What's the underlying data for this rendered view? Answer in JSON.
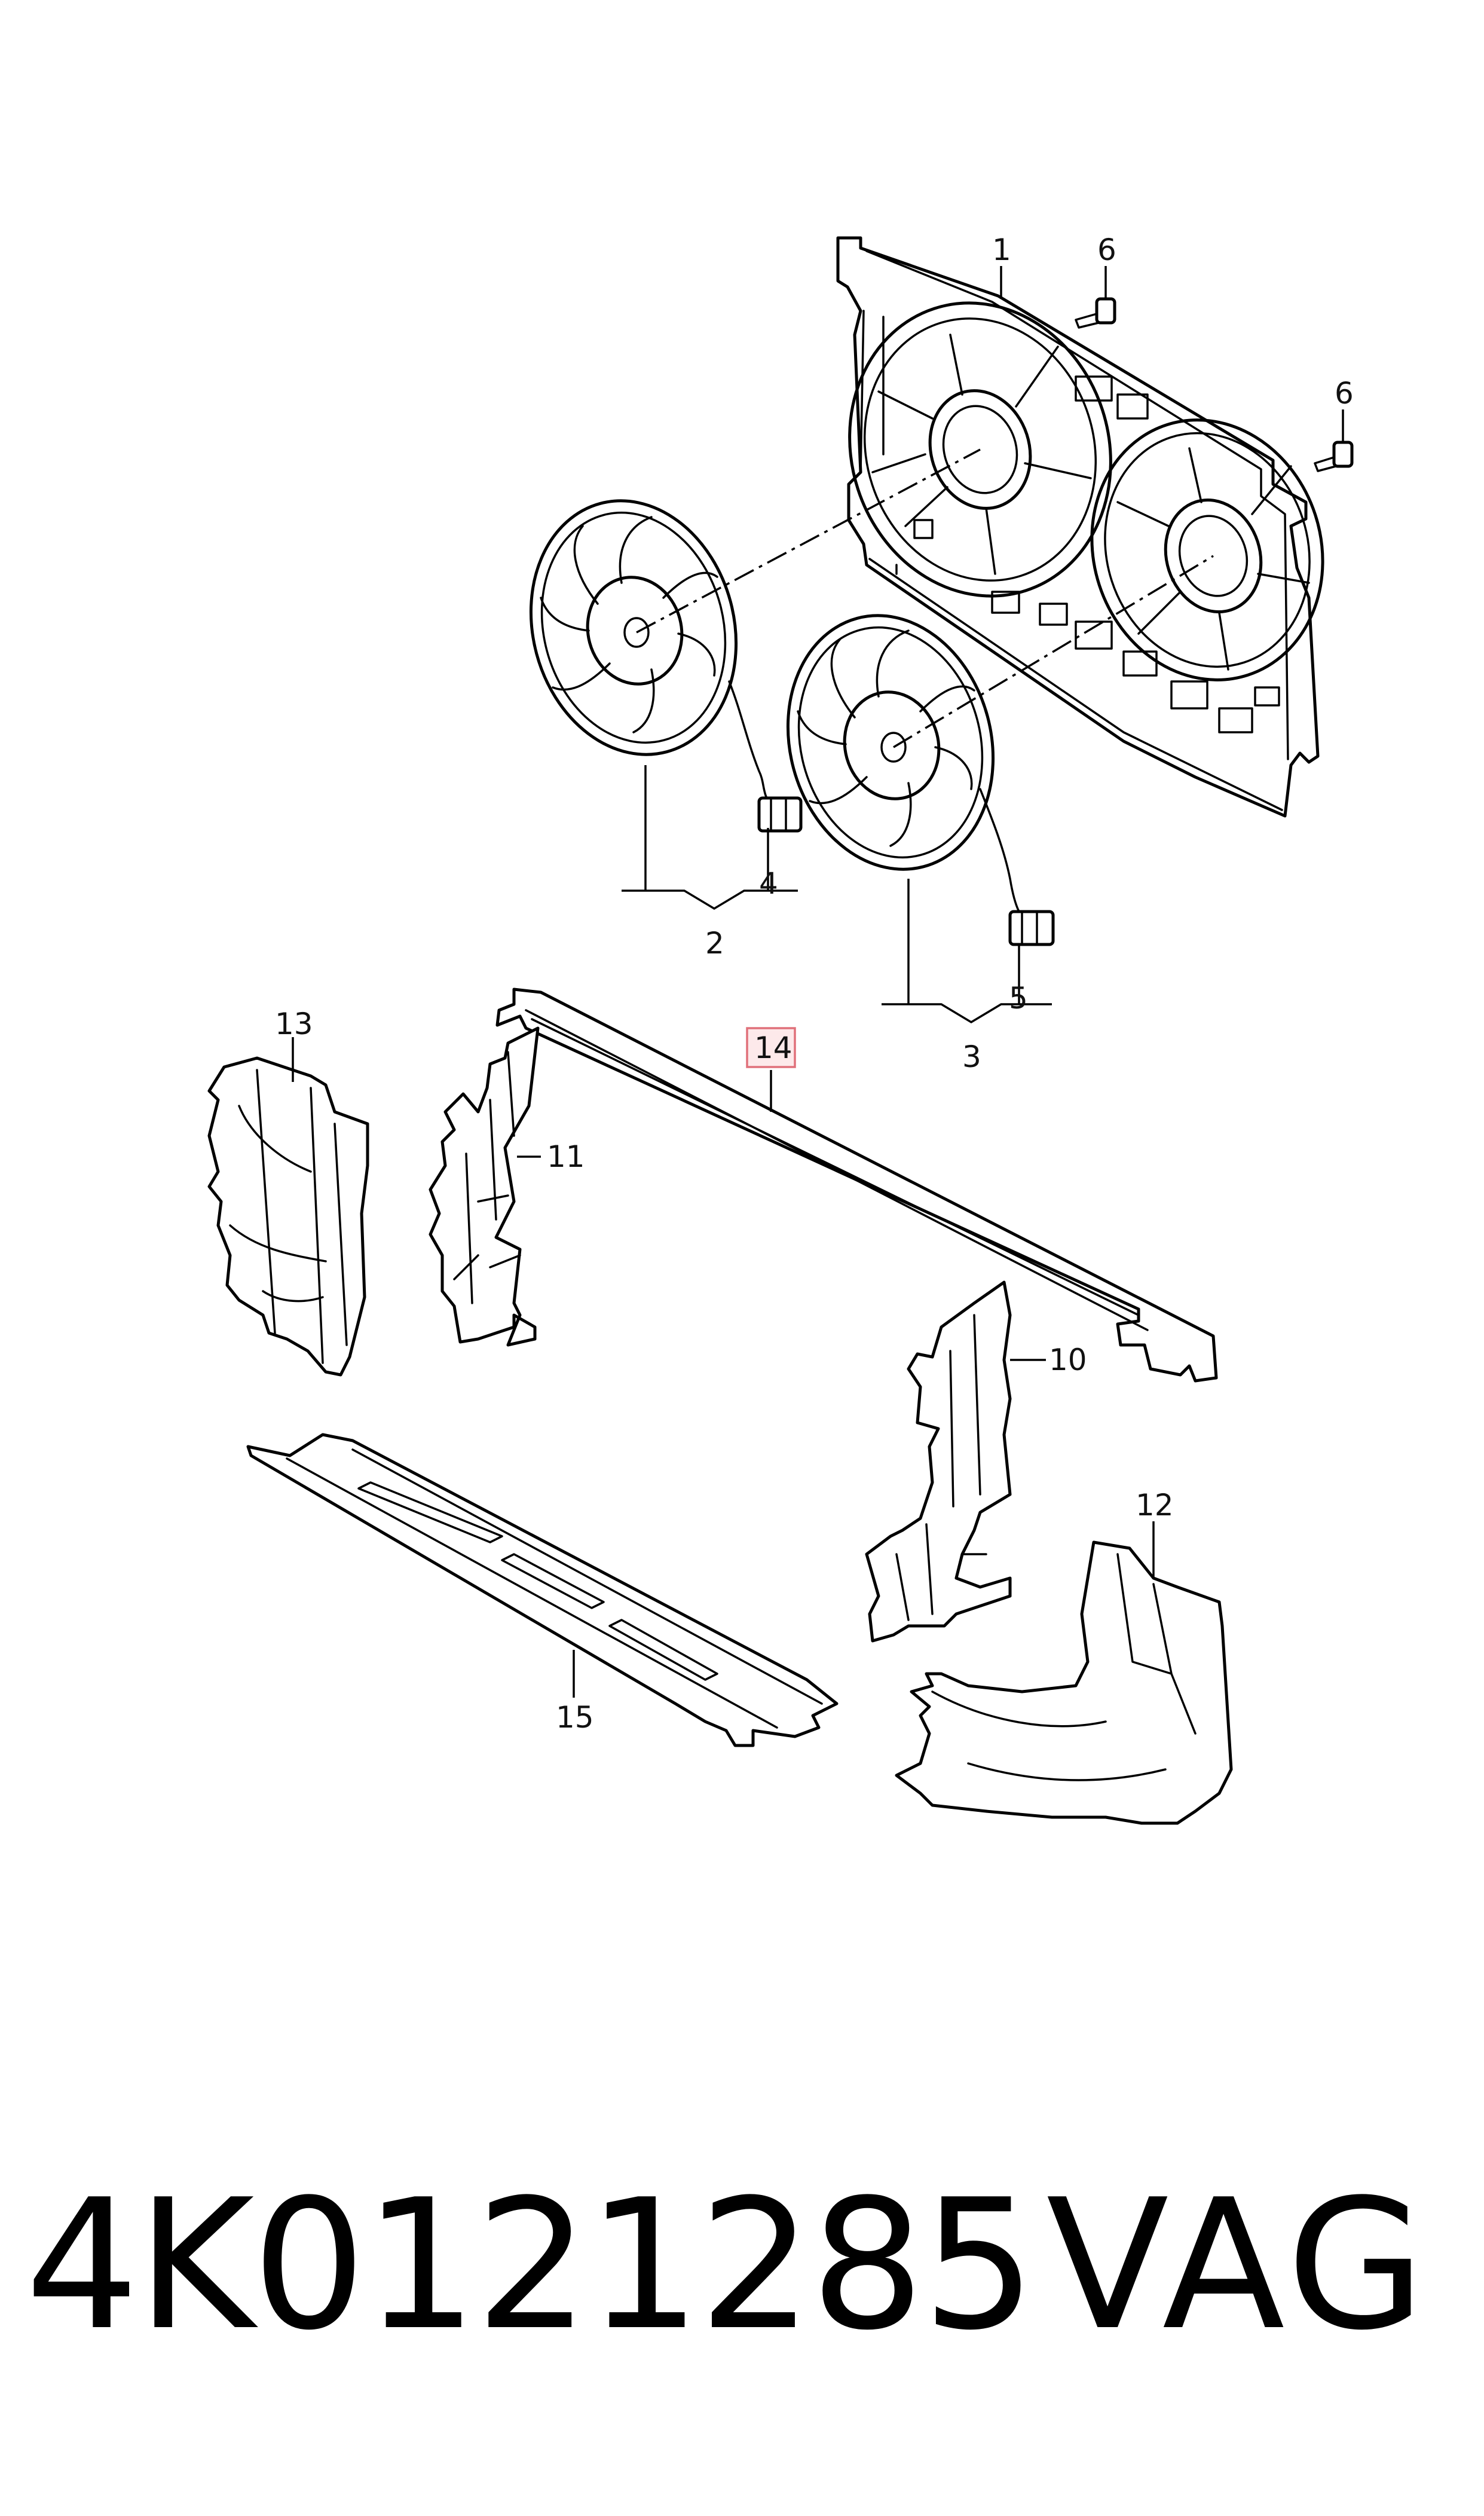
{
  "diagram": {
    "callouts": {
      "c1": "1",
      "c2": "2",
      "c3": "3",
      "c4": "4",
      "c5": "5",
      "c6a": "6",
      "c6b": "6",
      "c10": "10",
      "c11": "11",
      "c12": "12",
      "c13": "13",
      "c14": "14",
      "c15": "15"
    },
    "highlight_color": "#e0707a"
  },
  "footer": {
    "part_number": "4K0121285",
    "brand": "VAG"
  }
}
